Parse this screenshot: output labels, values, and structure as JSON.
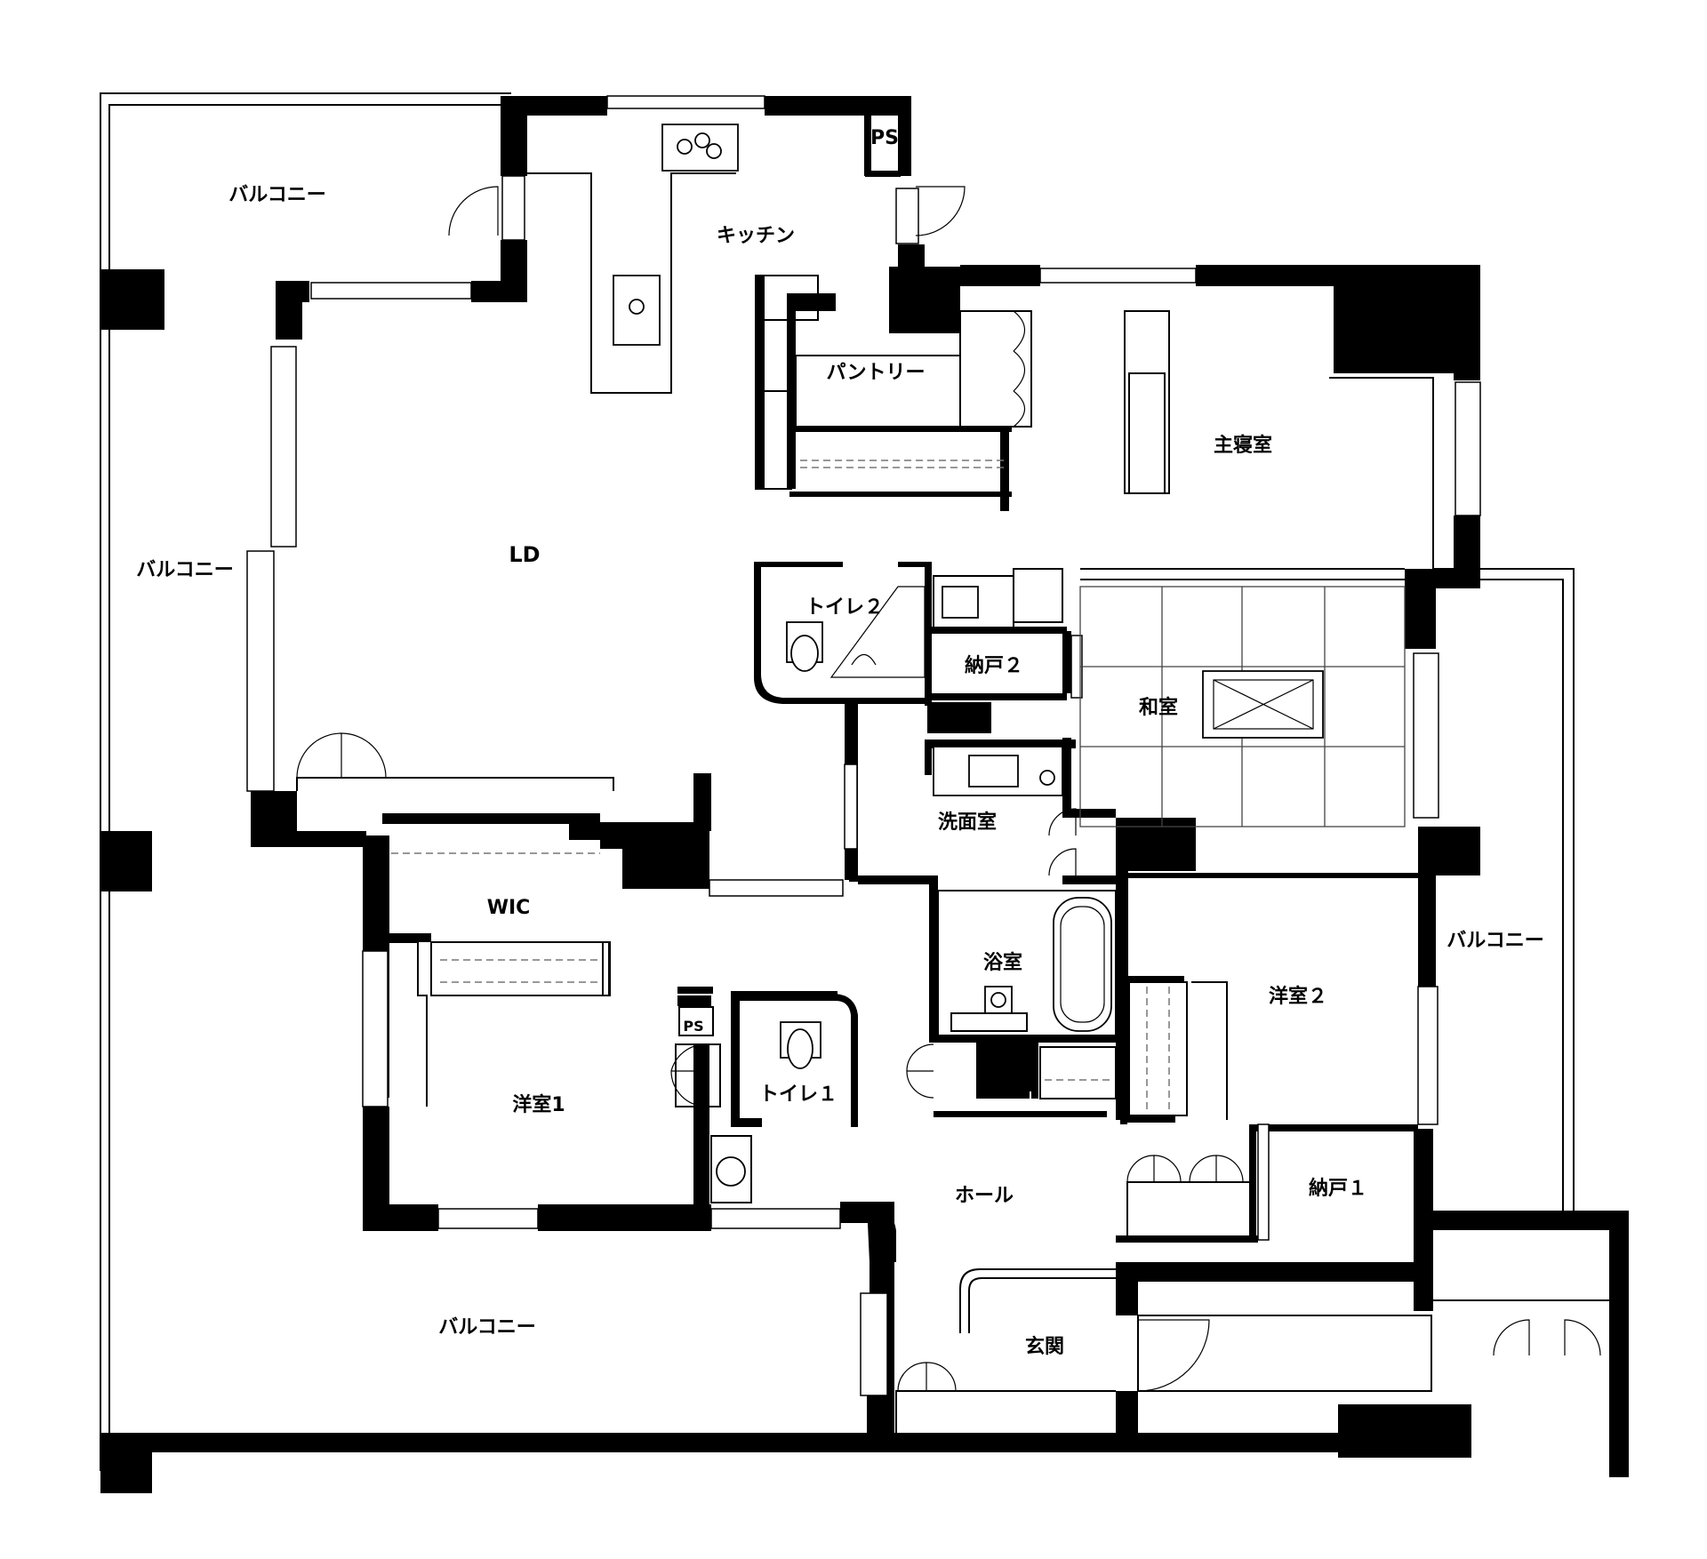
{
  "rooms": {
    "ld": "LD",
    "kitchen": "キッチン",
    "pantry": "パントリー",
    "master_bedroom": "主寝室",
    "toilet2": "トイレ２",
    "storage2": "納戸２",
    "washitsu": "和室",
    "ps_center": "PS",
    "ps_kitchen": "PS",
    "ps_bath": "PS",
    "ps_small": "PS",
    "washroom": "洗面室",
    "bathroom": "浴室",
    "wic": "WIC",
    "western1": "洋室1",
    "toilet1": "トイレ１",
    "western2": "洋室２",
    "hall": "ホール",
    "storage1": "納戸１",
    "entrance": "玄関"
  },
  "balconies": {
    "top": "バルコニー",
    "left": "バルコニー",
    "right": "バルコニー",
    "bottom": "バルコニー"
  },
  "colors": {
    "wall": "#000000",
    "line": "#000000",
    "background": "#ffffff"
  }
}
